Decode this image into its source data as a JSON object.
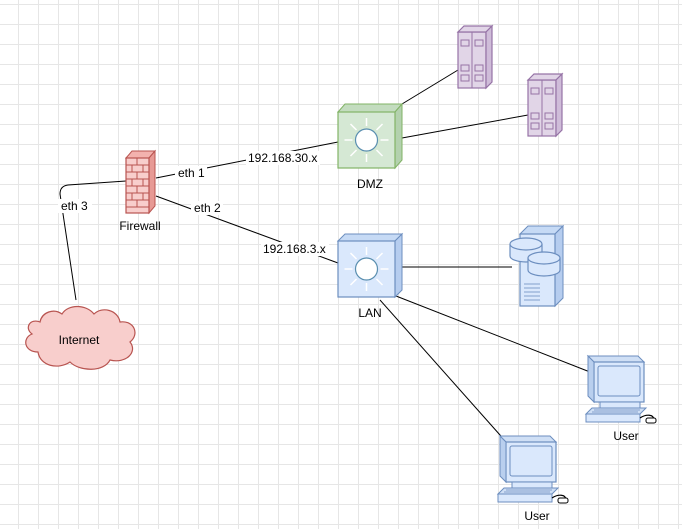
{
  "nodes": {
    "firewall": {
      "label": "Firewall"
    },
    "internet": {
      "label": "Internet"
    },
    "dmz": {
      "label": "DMZ"
    },
    "lan": {
      "label": "LAN"
    },
    "user1": {
      "label": "User"
    },
    "user2": {
      "label": "User"
    }
  },
  "edges": {
    "eth1": "eth 1",
    "eth2": "eth 2",
    "eth3": "eth 3",
    "dmz_subnet": "192.168.30.x",
    "lan_subnet": "192.168.3.x"
  },
  "colors": {
    "firewall": "#f8cecc",
    "firewall_stroke": "#b85450",
    "internet": "#f8cecc",
    "dmz_switch": "#d5e8d4",
    "dmz_stroke": "#82b366",
    "lan_switch": "#dae8fc",
    "lan_stroke": "#6c8ebf",
    "server": "#e1d5e7",
    "server_stroke": "#9673a6"
  }
}
